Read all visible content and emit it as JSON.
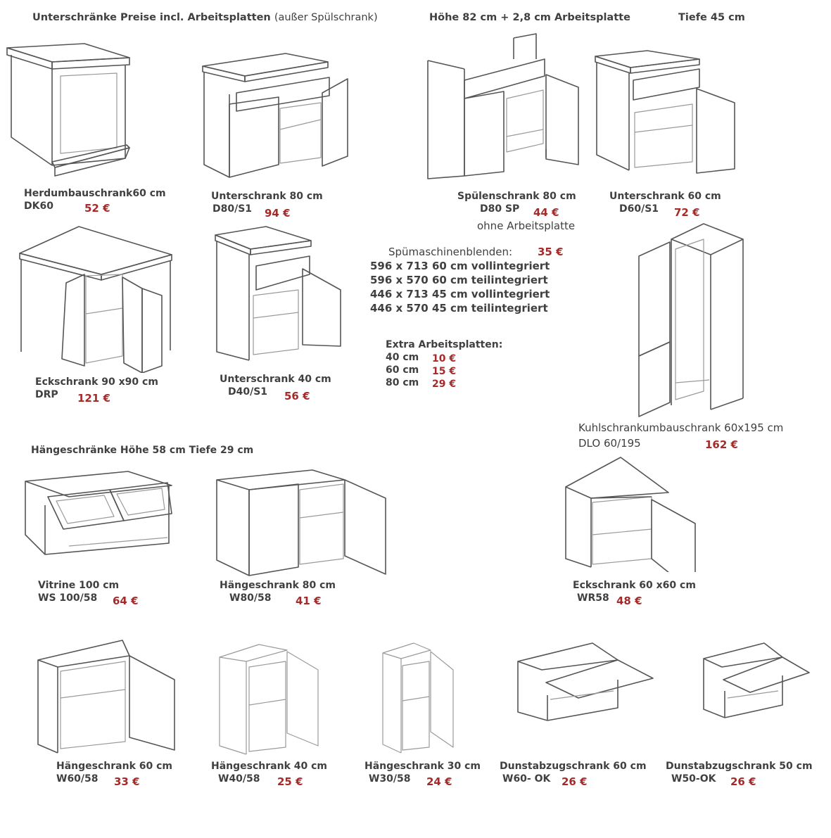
{
  "header": {
    "base_title": "Unterschränke Preise incl. Arbeitsplatten",
    "base_note": "(außer Spülschrank)",
    "height_note": "Höhe 82 cm + 2,8 cm Arbeitsplatte",
    "depth_note": "Tiefe 45 cm"
  },
  "items": {
    "dk60": {
      "name": "Herdumbauschrank60 cm",
      "code": "DK60",
      "price": "52 €"
    },
    "d80": {
      "name": "Unterschrank 80 cm",
      "code": "D80/S1",
      "price": "94 €"
    },
    "d80sp": {
      "name": "Spülenschrank 80 cm",
      "code": "D80 SP",
      "price": "44 €",
      "note": "ohne Arbeitsplatte"
    },
    "d60": {
      "name": "Unterschrank 60 cm",
      "code": "D60/S1",
      "price": "72 €"
    },
    "drp": {
      "name": "Eckschrank 90 x90 cm",
      "code": "DRP",
      "price": "121 €"
    },
    "d40": {
      "name": "Unterschrank 40 cm",
      "code": "D40/S1",
      "price": "56 €"
    },
    "dlo": {
      "name": "Kuhlschrankumbauschrank 60x195 cm",
      "code": "DLO 60/195",
      "price": "162 €"
    },
    "ws100": {
      "name": "Vitrine 100 cm",
      "code": "WS 100/58",
      "price": "64 €"
    },
    "w80": {
      "name": "Hängeschrank 80 cm",
      "code": "W80/58",
      "price": "41 €"
    },
    "wr58": {
      "name": "Eckschrank 60 x60 cm",
      "code": "WR58",
      "price": "48 €"
    },
    "w60": {
      "name": "Hängeschrank 60 cm",
      "code": "W60/58",
      "price": "33 €"
    },
    "w40": {
      "name": "Hängeschrank 40 cm",
      "code": "W40/58",
      "price": "25 €"
    },
    "w30": {
      "name": "Hängeschrank 30 cm",
      "code": "W30/58",
      "price": "24 €"
    },
    "w60ok": {
      "name": "Dunstabzugschrank 60 cm",
      "code": "W60- OK",
      "price": "26 €"
    },
    "w50ok": {
      "name": "Dunstabzugschrank 50 cm",
      "code": "W50-OK",
      "price": "26 €"
    }
  },
  "dishwasher": {
    "title": "Spümaschinenblenden:",
    "price": "35 €",
    "rows": [
      "596 x 713  60 cm vollintegriert",
      "596 x 570  60 cm teilintegriert",
      "446 x 713  45 cm vollintegriert",
      "446 x 570  45 cm teilintegriert"
    ]
  },
  "worktops": {
    "title": "Extra Arbeitsplatten:",
    "rows": [
      {
        "size": "40 cm",
        "price": "10 €"
      },
      {
        "size": "60 cm",
        "price": "15 €"
      },
      {
        "size": "80 cm",
        "price": "29 €"
      }
    ]
  },
  "wall_section": {
    "title": "Hängeschränke Höhe 58 cm Tiefe 29 cm"
  }
}
